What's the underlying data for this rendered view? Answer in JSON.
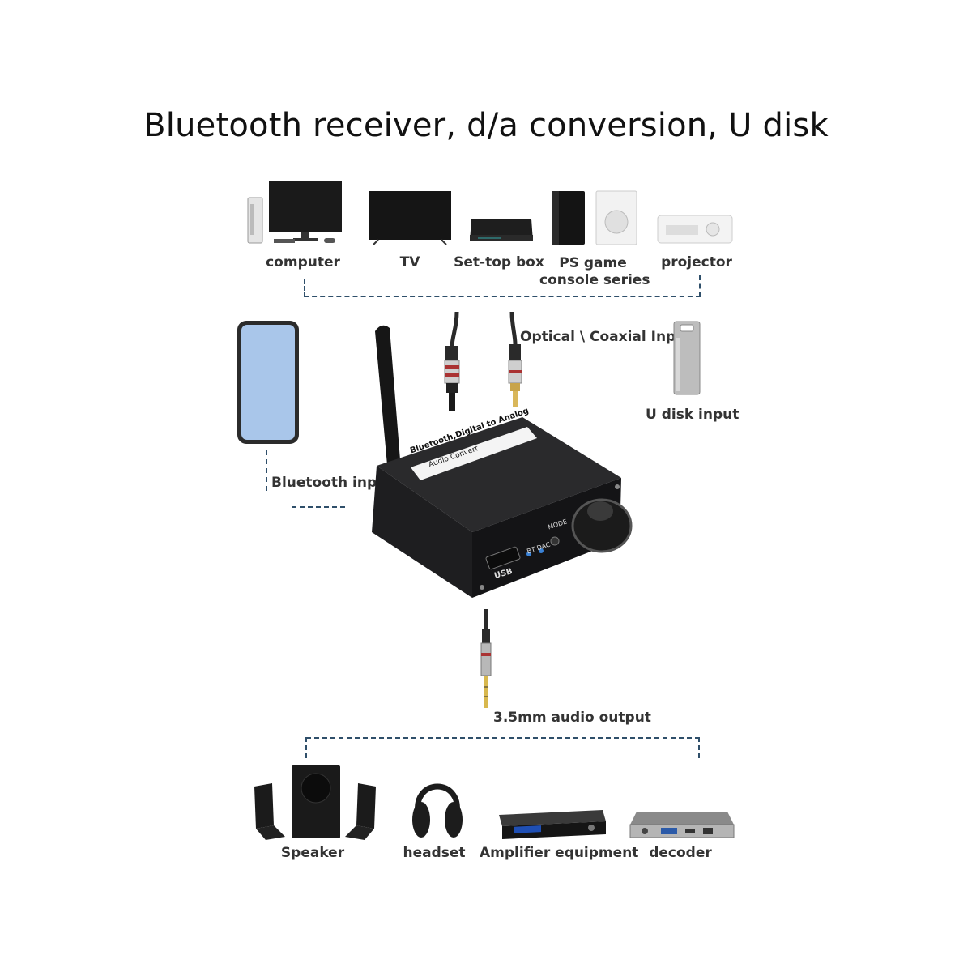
{
  "title": "Bluetooth receiver, d/a conversion, U disk",
  "sources": [
    {
      "label": "computer",
      "icon": "computer-icon"
    },
    {
      "label": "TV",
      "icon": "tv-icon"
    },
    {
      "label": "Set-top box",
      "icon": "set-top-box-icon"
    },
    {
      "label": "PS game console series",
      "icon": "game-console-icon"
    },
    {
      "label": "projector",
      "icon": "projector-icon"
    }
  ],
  "ps_label_line1": "PS game",
  "ps_label_line2": "console series",
  "inputs": {
    "optical_coaxial": "Optical \\ Coaxial Input",
    "u_disk": "U disk input",
    "bluetooth": "Bluetooth input"
  },
  "device": {
    "top_label_line1": "Bluetooth,Digital to Analog",
    "top_label_line2": "Audio Convert",
    "mode": "MODE",
    "indicators": "BT DAC",
    "usb": "USB"
  },
  "output": "3.5mm audio output",
  "outputs": [
    {
      "label": "Speaker",
      "icon": "speaker-icon"
    },
    {
      "label": "headset",
      "icon": "headset-icon"
    },
    {
      "label": "Amplifier equipment",
      "icon": "amplifier-icon"
    },
    {
      "label": "decoder",
      "icon": "decoder-icon"
    }
  ],
  "colors": {
    "dashed_line": "#2f4f6a",
    "device_body": "#1c1c1e",
    "phone_screen": "#a9c6ea"
  }
}
